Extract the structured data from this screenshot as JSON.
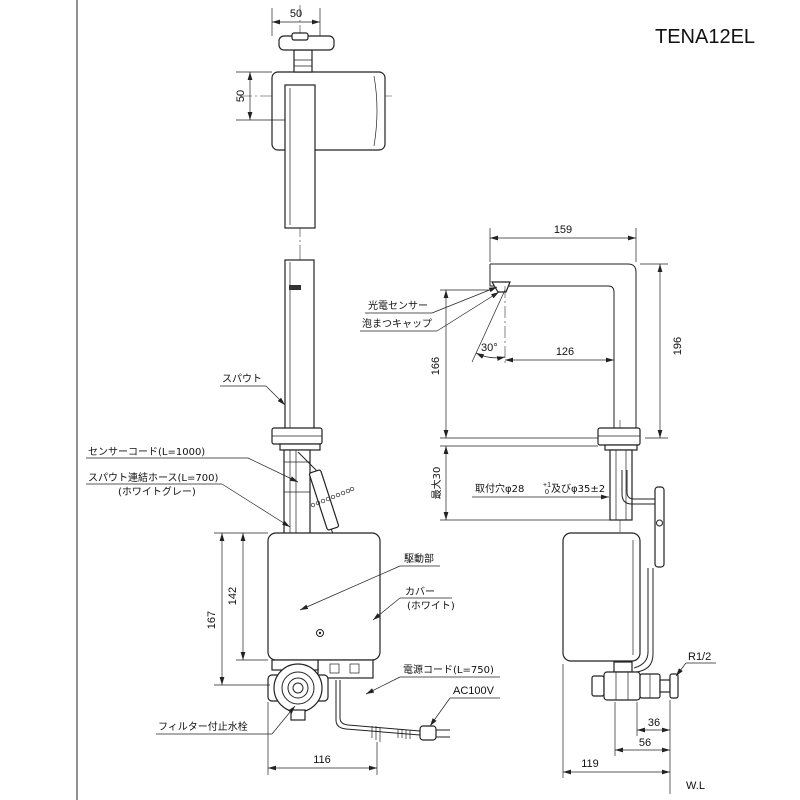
{
  "title": "TENA12EL",
  "top_view": {
    "dim_width": "50",
    "dim_depth": "50"
  },
  "front_view": {
    "labels": {
      "spout": "スパウト",
      "sensor_cord": "センサーコード(L=1000)",
      "spout_hose": "スパウト連結ホース(L=700)",
      "spout_hose_color": "(ホワイトグレー)",
      "drive_unit": "駆動部",
      "cover": "カバー",
      "cover_color": "(ホワイト)",
      "power_cord": "電源コード(L=750)",
      "voltage": "AC100V",
      "filter_valve": "フィルター付止水栓"
    },
    "dims": {
      "unit_height": "142",
      "total_height": "167",
      "width": "116"
    }
  },
  "side_view": {
    "labels": {
      "photo_sensor": "光電センサー",
      "aerator_cap": "泡まつキャップ",
      "angle": "30°",
      "mount_hole_prefix": "取付穴φ28",
      "mount_hole_tol_upper": "+1",
      "mount_hole_tol_lower": "0",
      "mount_hole_suffix": "及びφ35±2",
      "thread": "R1/2",
      "wall_line": "W.L"
    },
    "dims": {
      "reach": "159",
      "height": "196",
      "sensor_height": "166",
      "sensor_offset": "126",
      "max_counter_thickness": "最大30",
      "valve_offset": "36",
      "valve_reach": "56",
      "depth": "119"
    }
  }
}
